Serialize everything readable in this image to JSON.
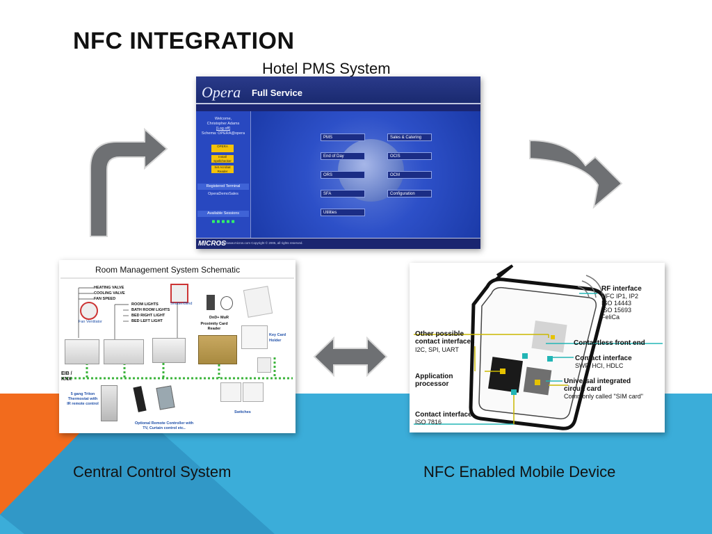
{
  "slide": {
    "title": "NFC INTEGRATION",
    "captions": {
      "pms": "Hotel PMS System",
      "central": "Central Control System",
      "nfc": "NFC Enabled Mobile Device"
    }
  },
  "colors": {
    "orange_band": "#f26b1d",
    "blue_band": "#3badd9",
    "dark_blue_band": "#2a86b8",
    "arrow_gray": "#6e7073"
  },
  "opera": {
    "logo": "Opera",
    "product": "Full Service",
    "side": {
      "welcome": "Welcome,",
      "user": "Christopher Adams",
      "logoff": "[Log off]",
      "schema": "Schema: OPERA@opera",
      "badge1": "OPERA",
      "badge2": "Install Spellchecker",
      "badge3": "Set Acrobat Reader",
      "registered": "Registered Terminal",
      "terminal": "OperaDemoSales",
      "sessions": "Available Sessions"
    },
    "buttons": {
      "pms": "PMS",
      "sales": "Sales & Catering",
      "eod": "End of Day",
      "ocis": "OCIS",
      "ors": "ORS",
      "ocm": "OCM",
      "sfa": "SFA",
      "config": "Configuration",
      "utilities": "Utilities"
    },
    "footer_brand": "MICROS",
    "footer_text": "http://www.micros.com    Copyright © 2005, all rights reserved."
  },
  "schematic": {
    "title": "Room Management System Schematic",
    "labels": {
      "heating": "HEATING VALVE",
      "cooling": "COOLING VALVE",
      "fan": "FAN SPEED",
      "room": "ROOM LIGHTS",
      "bath": "BATH ROOM LIGHTS",
      "bedright": "BED RIGHT LIGHT",
      "bedleft": "BED LEFT LIGHT",
      "fanvent": "Fan Ventilator",
      "shutter": "Shutter/Blind",
      "dnd": "DnD+ MuR",
      "proximity": "Proximity Card Reader",
      "keycard": "Key Card Holder",
      "eib": "EIB / KNX",
      "thermostat": "5 gang Triton Thermostat with IR remote control",
      "switches": "Switches",
      "remote": "Optional Remote Controller with TV, Curtain control etc.."
    }
  },
  "nfc": {
    "rf": "RF interface",
    "rf_sub": [
      "NFC IP1, IP2",
      "ISO 14443",
      "ISO 15693",
      "FeliCa"
    ],
    "other": "Other possible contact interfaces",
    "other_sub": "I2C, SPI, UART",
    "contactless": "Contactless front end",
    "contact_if": "Contact interface",
    "contact_if_sub": "SWP, HCI, HDLC",
    "app": "Application processor",
    "uicc": "Universal integrated circuit card",
    "uicc_sub": "Commonly called \"SIM card\"",
    "contact_iso": "Contact interface",
    "contact_iso_sub": "ISO 7816"
  }
}
